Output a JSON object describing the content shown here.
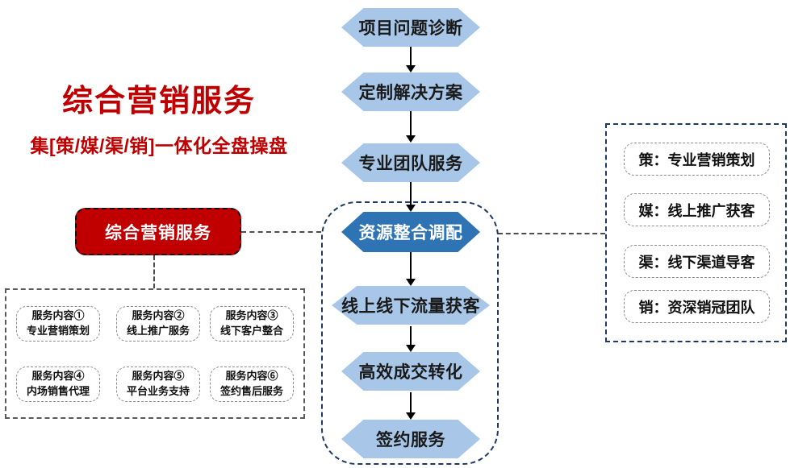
{
  "header": {
    "title": "综合营销服务",
    "subtitle": "集[策/媒/渠/销]一体化全盘操盘"
  },
  "summary": {
    "label": "综合营销服务"
  },
  "flow": {
    "steps": [
      {
        "label": "项目问题诊断",
        "emphasis": false
      },
      {
        "label": "定制解决方案",
        "emphasis": false
      },
      {
        "label": "专业团队服务",
        "emphasis": false
      },
      {
        "label": "资源整合调配",
        "emphasis": true
      },
      {
        "label": "线上线下流量获客",
        "emphasis": false
      },
      {
        "label": "高效成交转化",
        "emphasis": false
      },
      {
        "label": "签约服务",
        "emphasis": false
      }
    ]
  },
  "services": {
    "items": [
      {
        "line1": "服务内容①",
        "line2": "专业营销策划"
      },
      {
        "line1": "服务内容②",
        "line2": "线上推广服务"
      },
      {
        "line1": "服务内容③",
        "line2": "线下客户整合"
      },
      {
        "line1": "服务内容④",
        "line2": "内场销售代理"
      },
      {
        "line1": "服务内容⑤",
        "line2": "平台业务支持"
      },
      {
        "line1": "服务内容⑥",
        "line2": "签约售后服务"
      }
    ]
  },
  "legend": {
    "items": [
      {
        "label": "策：专业营销策划"
      },
      {
        "label": "媒：线上推广获客"
      },
      {
        "label": "渠：线下渠道导客"
      },
      {
        "label": "销：资深销冠团队"
      }
    ]
  },
  "colors": {
    "accent_red": "#c00000",
    "hex_light_blue": "#a7c6e8",
    "hex_dark_blue": "#2e74b5",
    "outline_navy": "#1f3864",
    "dash_gray": "#595959"
  }
}
